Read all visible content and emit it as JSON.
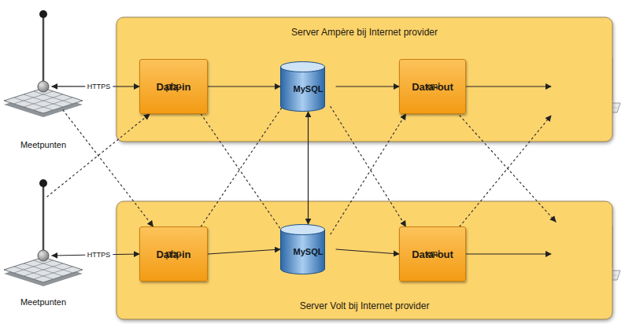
{
  "diagram": {
    "nodes": [
      {
        "text": [
          "Server Ampère bij Internet provider"
        ]
      },
      {
        "text": [
          "Data-in",
          "php"
        ],
        "in": 0
      },
      {
        "text": [
          "MySQL"
        ],
        "in": 0
      },
      {
        "text": [
          "Data-out",
          "xml"
        ],
        "in": 0
      },
      {
        "text": [
          "Meetpunten"
        ]
      },
      {
        "text": [
          "Server Volt bij Internet provider"
        ]
      },
      {
        "text": [
          "Data-in",
          "php"
        ],
        "in": 5
      },
      {
        "text": [
          "MySQL"
        ],
        "in": 5
      },
      {
        "text": [
          "Data-out",
          "xml"
        ],
        "in": 5
      },
      {
        "text": [
          "Meetpunten"
        ]
      }
    ],
    "edges": [
      {
        "from": 4,
        "to": 1,
        "label": "HTTPS",
        "arrow": "both"
      },
      {
        "from": 1,
        "to": 2,
        "arrow": "to"
      },
      {
        "from": 2,
        "to": 3,
        "arrow": "to"
      },
      {
        "from": 2,
        "to": 7,
        "arrow": "both"
      },
      {
        "from": 9,
        "to": 6,
        "label": "HTTPS",
        "arrow": "both"
      },
      {
        "from": 6,
        "to": 7,
        "arrow": "to"
      },
      {
        "from": 7,
        "to": 8,
        "arrow": "to"
      },
      {
        "from": 4,
        "to": 6,
        "arrow": "to"
      },
      {
        "from": 9,
        "to": 1,
        "arrow": "to"
      },
      {
        "from": 1,
        "to": 7,
        "arrow": "to"
      },
      {
        "from": 6,
        "to": 2,
        "arrow": "to"
      },
      {
        "from": 2,
        "to": 8,
        "arrow": "to"
      },
      {
        "from": 7,
        "to": 3,
        "arrow": "to"
      }
    ]
  }
}
